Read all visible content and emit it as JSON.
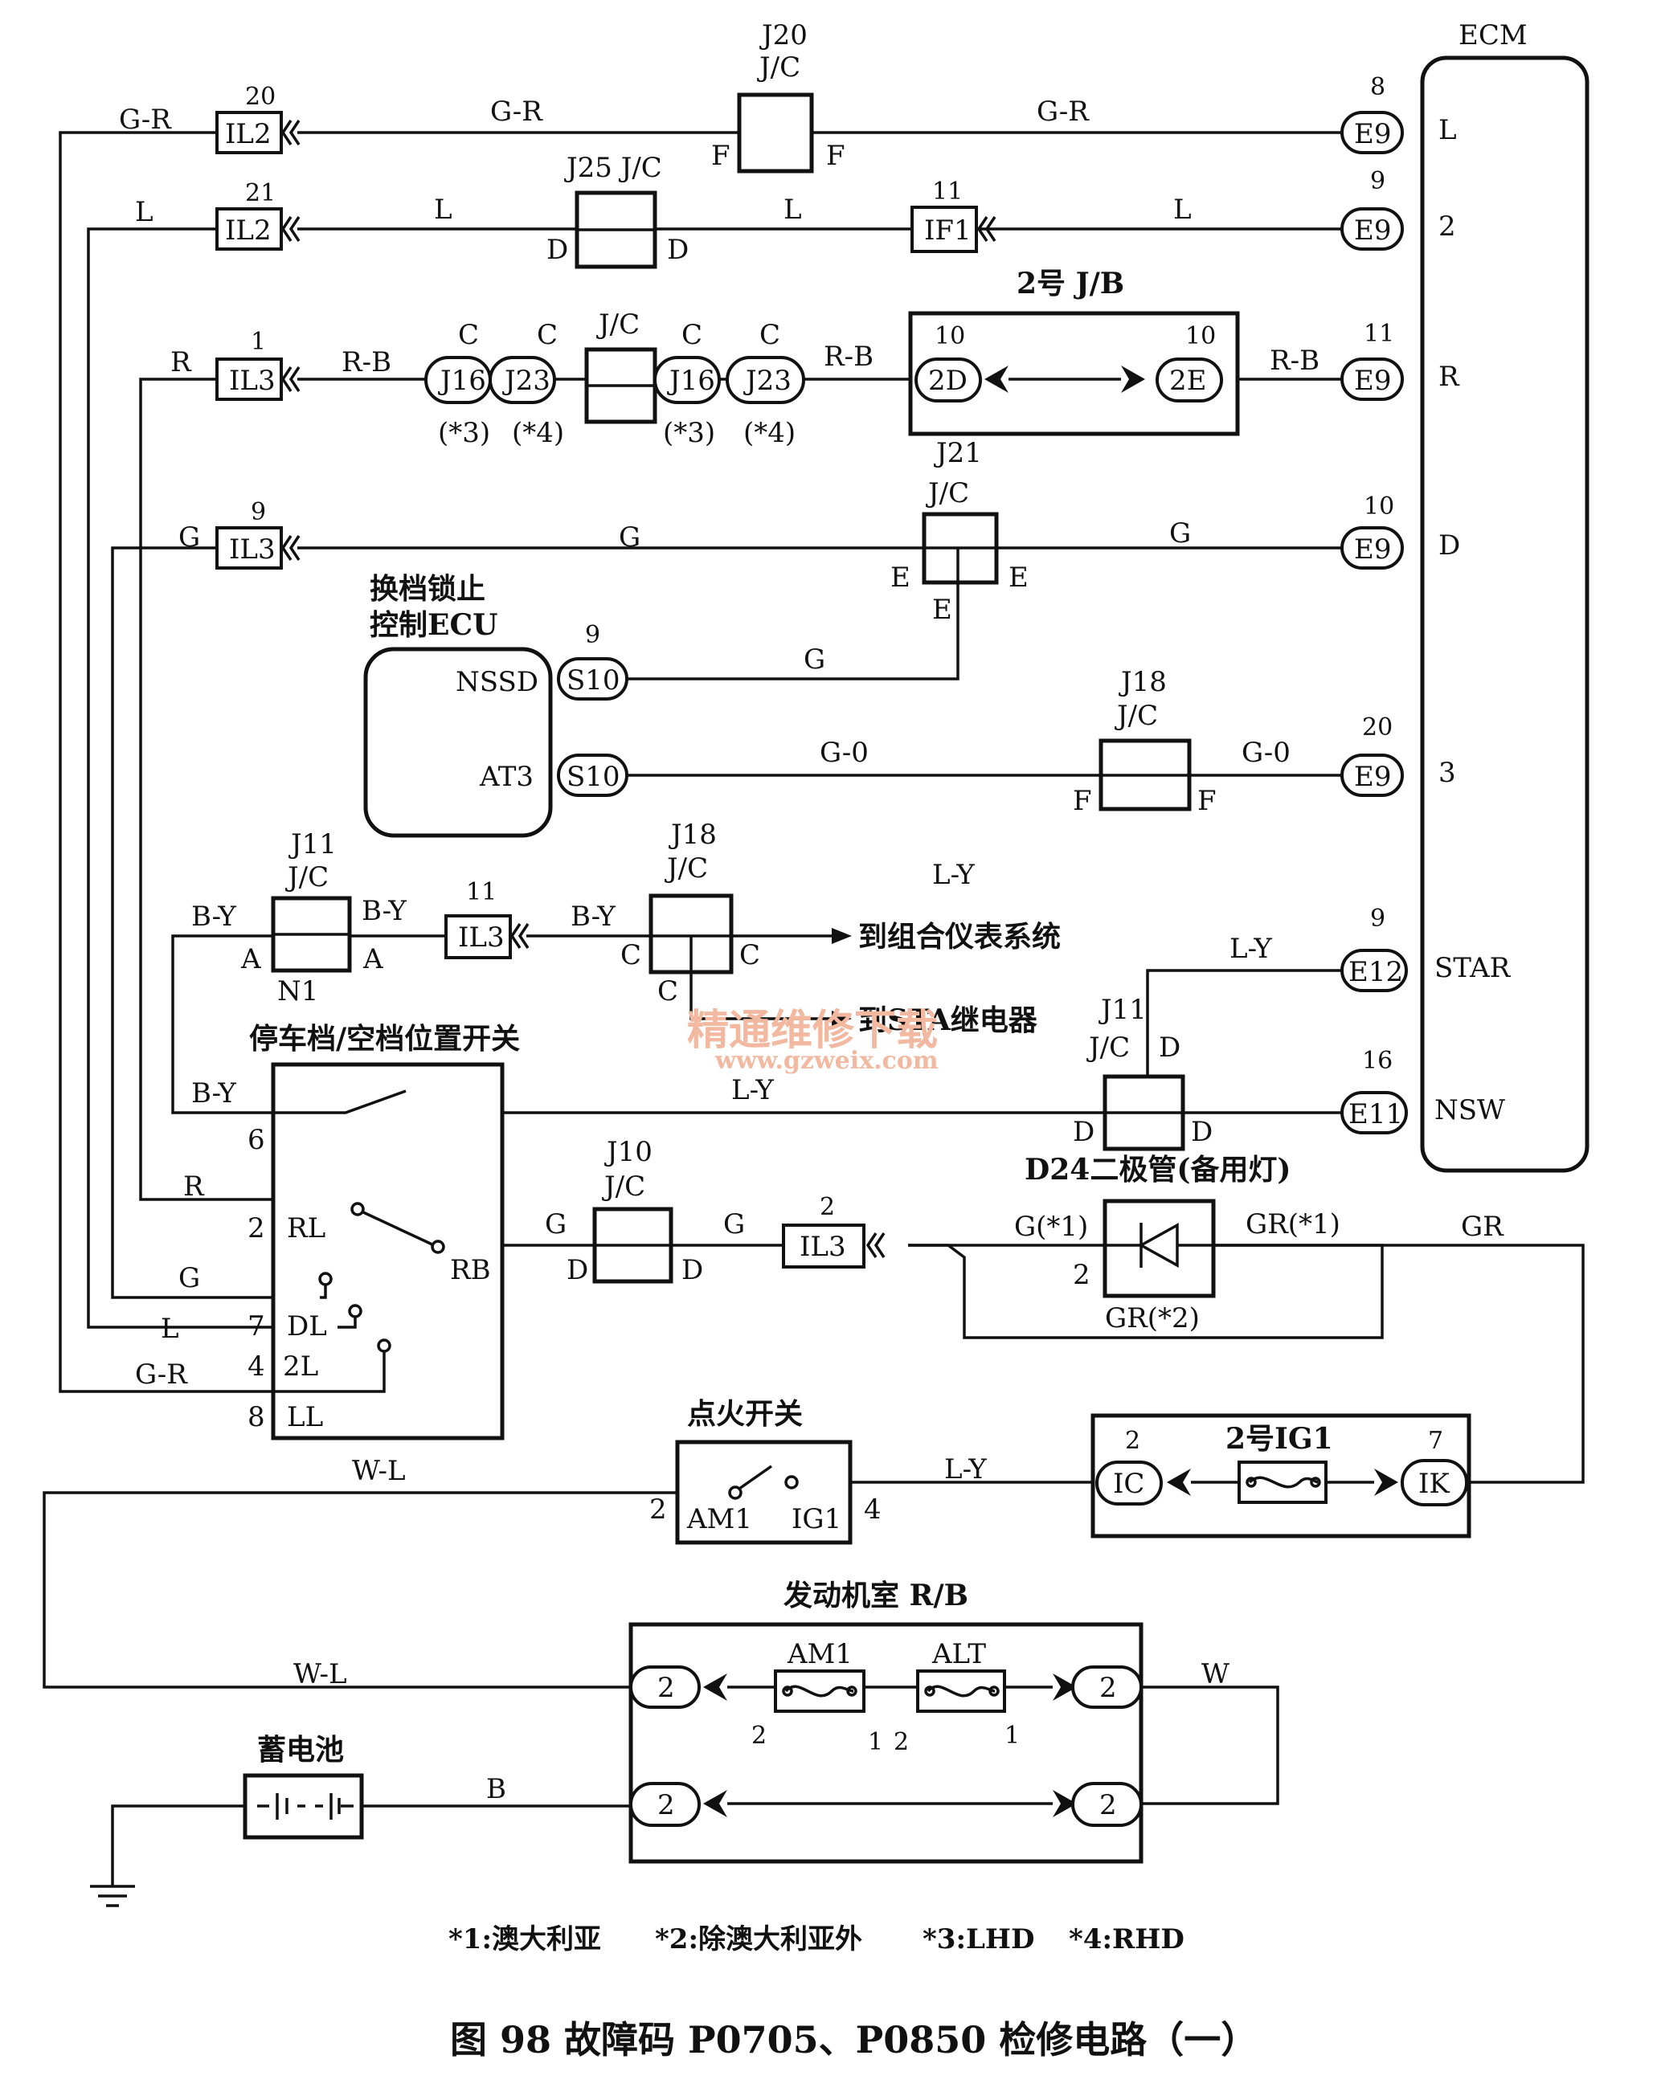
{
  "ecm": {
    "title": "ECM",
    "pins": [
      "L",
      "2",
      "R",
      "D",
      "3",
      "STAR",
      "NSW"
    ]
  },
  "wires": {
    "g_r": "G-R",
    "l": "L",
    "r": "R",
    "r_b": "R-B",
    "g": "G",
    "g_0": "G-0",
    "b_y": "B-Y",
    "l_y": "L-Y",
    "gr": "GR",
    "w_l": "W-L",
    "w": "W",
    "b": "B"
  },
  "connectors": {
    "e9": "E9",
    "e12": "E12",
    "e11": "E11",
    "il2": "IL2",
    "il3": "IL3",
    "if1": "IF1",
    "s10": "S10",
    "j16": "J16",
    "j23": "J23",
    "d2": "2D",
    "e2": "2E",
    "ic": "IC",
    "ik": "IK"
  },
  "pin_numbers": {
    "n8": "8",
    "n9": "9",
    "n11": "11",
    "n10": "10",
    "n20": "20",
    "n16": "16",
    "n21": "21",
    "n1": "1",
    "n2": "2",
    "n4": "4",
    "n6": "6",
    "n7": "7"
  },
  "junctions": {
    "jc": "J/C",
    "j20": "J20",
    "j25": "J25 J/C",
    "j21": "J21",
    "j18": "J18",
    "j11": "J11",
    "j10": "J10",
    "n1": "N1",
    "f": "F",
    "d": "D",
    "e": "E",
    "c": "C",
    "a": "A",
    "star3": "(*3)",
    "star4": "(*4)"
  },
  "jb2": {
    "title": "2号 J/B"
  },
  "shift_ecu": {
    "title_line1": "换档锁止",
    "title_line2": "控制ECU",
    "pin_nssd": "NSSD",
    "pin_at3": "AT3"
  },
  "arrows": {
    "to_meter": "到组合仪表系统",
    "to_sta": "到STA继电器"
  },
  "pn_switch": {
    "title": "停车档/空档位置开关",
    "rl": "RL",
    "rb": "RB",
    "dl": "DL",
    "l2": "2L",
    "ll": "LL"
  },
  "diode": {
    "title": "D24二极管(备用灯)",
    "g1": "G(*1)",
    "gr1": "GR(*1)",
    "gr2": "GR(*2)"
  },
  "ign": {
    "title": "点火开关",
    "am1": "AM1",
    "ig1": "IG1"
  },
  "ig1_relay": {
    "title": "2号IG1"
  },
  "engine_rb": {
    "title": "发动机室 R/B",
    "am1": "AM1",
    "alt": "ALT"
  },
  "battery": {
    "title": "蓄电池"
  },
  "notes": {
    "n1": "*1:澳大利亚",
    "n2": "*2:除澳大利亚外",
    "n3": "*3:LHD",
    "n4": "*4:RHD"
  },
  "caption": "图 98   故障码 P0705、P0850 检修电路（一）",
  "watermark": {
    "line1": "精通维修下载",
    "line2": "www.gzweix.com"
  }
}
